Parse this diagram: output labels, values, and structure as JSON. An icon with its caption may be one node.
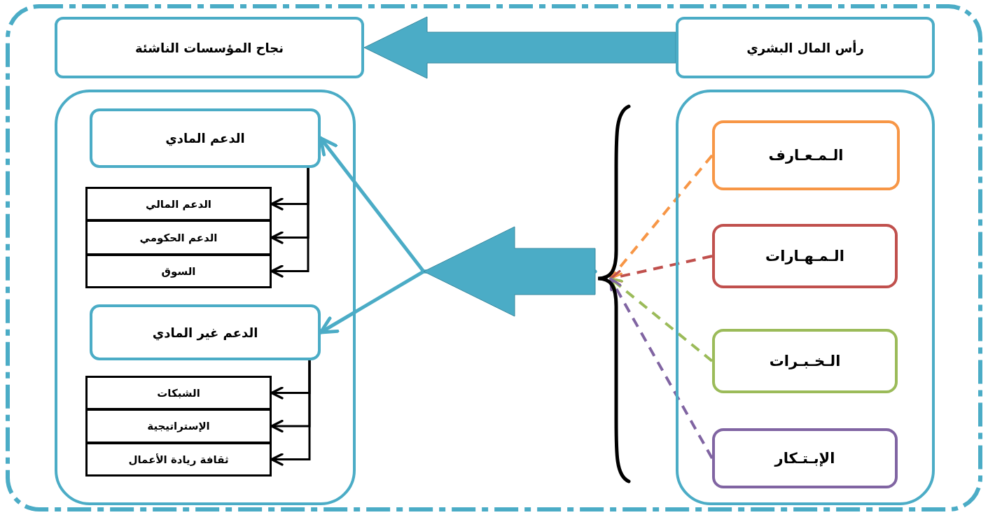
{
  "diagram": {
    "nodes": [
      {
        "text": [
          "نجاح المؤسسات الناشئة"
        ]
      },
      {
        "text": [
          "رأس المال البشري"
        ]
      },
      {
        "text": [],
        "shape": "box"
      },
      {
        "text": [
          "الدعم المادي"
        ],
        "in": 2
      },
      {
        "text": [
          "الدعم المالي"
        ],
        "in": 2
      },
      {
        "text": [
          "الدعم الحكومي"
        ],
        "in": 2
      },
      {
        "text": [
          "السوق"
        ],
        "in": 2
      },
      {
        "text": [
          "الدعم غير المادي"
        ],
        "in": 2
      },
      {
        "text": [
          "الشبكات"
        ],
        "in": 2
      },
      {
        "text": [
          "الإستراتيجية"
        ],
        "in": 2
      },
      {
        "text": [
          "ثقافة ريادة الأعمال"
        ],
        "in": 2
      },
      {
        "text": [],
        "shape": "brace"
      },
      {
        "text": [],
        "shape": "box"
      },
      {
        "text": [
          "الـمـعـارف"
        ],
        "in": 12
      },
      {
        "text": [
          "الـمـهـارات"
        ],
        "in": 12
      },
      {
        "text": [
          "الـخـبـرات"
        ],
        "in": 12
      },
      {
        "text": [
          "الإبـتـكار"
        ],
        "in": 12
      }
    ],
    "edges": [
      {
        "from": 1,
        "to": 0,
        "arrow": "to",
        "style": "thick",
        "color": "#4bacc6"
      },
      {
        "from": 11,
        "to": 3,
        "arrow": "to",
        "color": "#4bacc6"
      },
      {
        "from": 11,
        "to": 7,
        "arrow": "to",
        "color": "#4bacc6"
      },
      {
        "from": 3,
        "to": 4,
        "arrow": "to"
      },
      {
        "from": 3,
        "to": 5,
        "arrow": "to"
      },
      {
        "from": 3,
        "to": 6,
        "arrow": "to"
      },
      {
        "from": 7,
        "to": 8,
        "arrow": "to"
      },
      {
        "from": 7,
        "to": 9,
        "arrow": "to"
      },
      {
        "from": 7,
        "to": 10,
        "arrow": "to"
      },
      {
        "from": 13,
        "to": 11,
        "arrow": "to",
        "style": "dashed",
        "color": "#f79646"
      },
      {
        "from": 14,
        "to": 11,
        "arrow": "to",
        "style": "dashed",
        "color": "#c0504d"
      },
      {
        "from": 15,
        "to": 11,
        "arrow": "to",
        "style": "dashed",
        "color": "#9bbb59"
      },
      {
        "from": 16,
        "to": 11,
        "arrow": "to",
        "style": "dashed",
        "color": "#8064a2"
      }
    ]
  }
}
